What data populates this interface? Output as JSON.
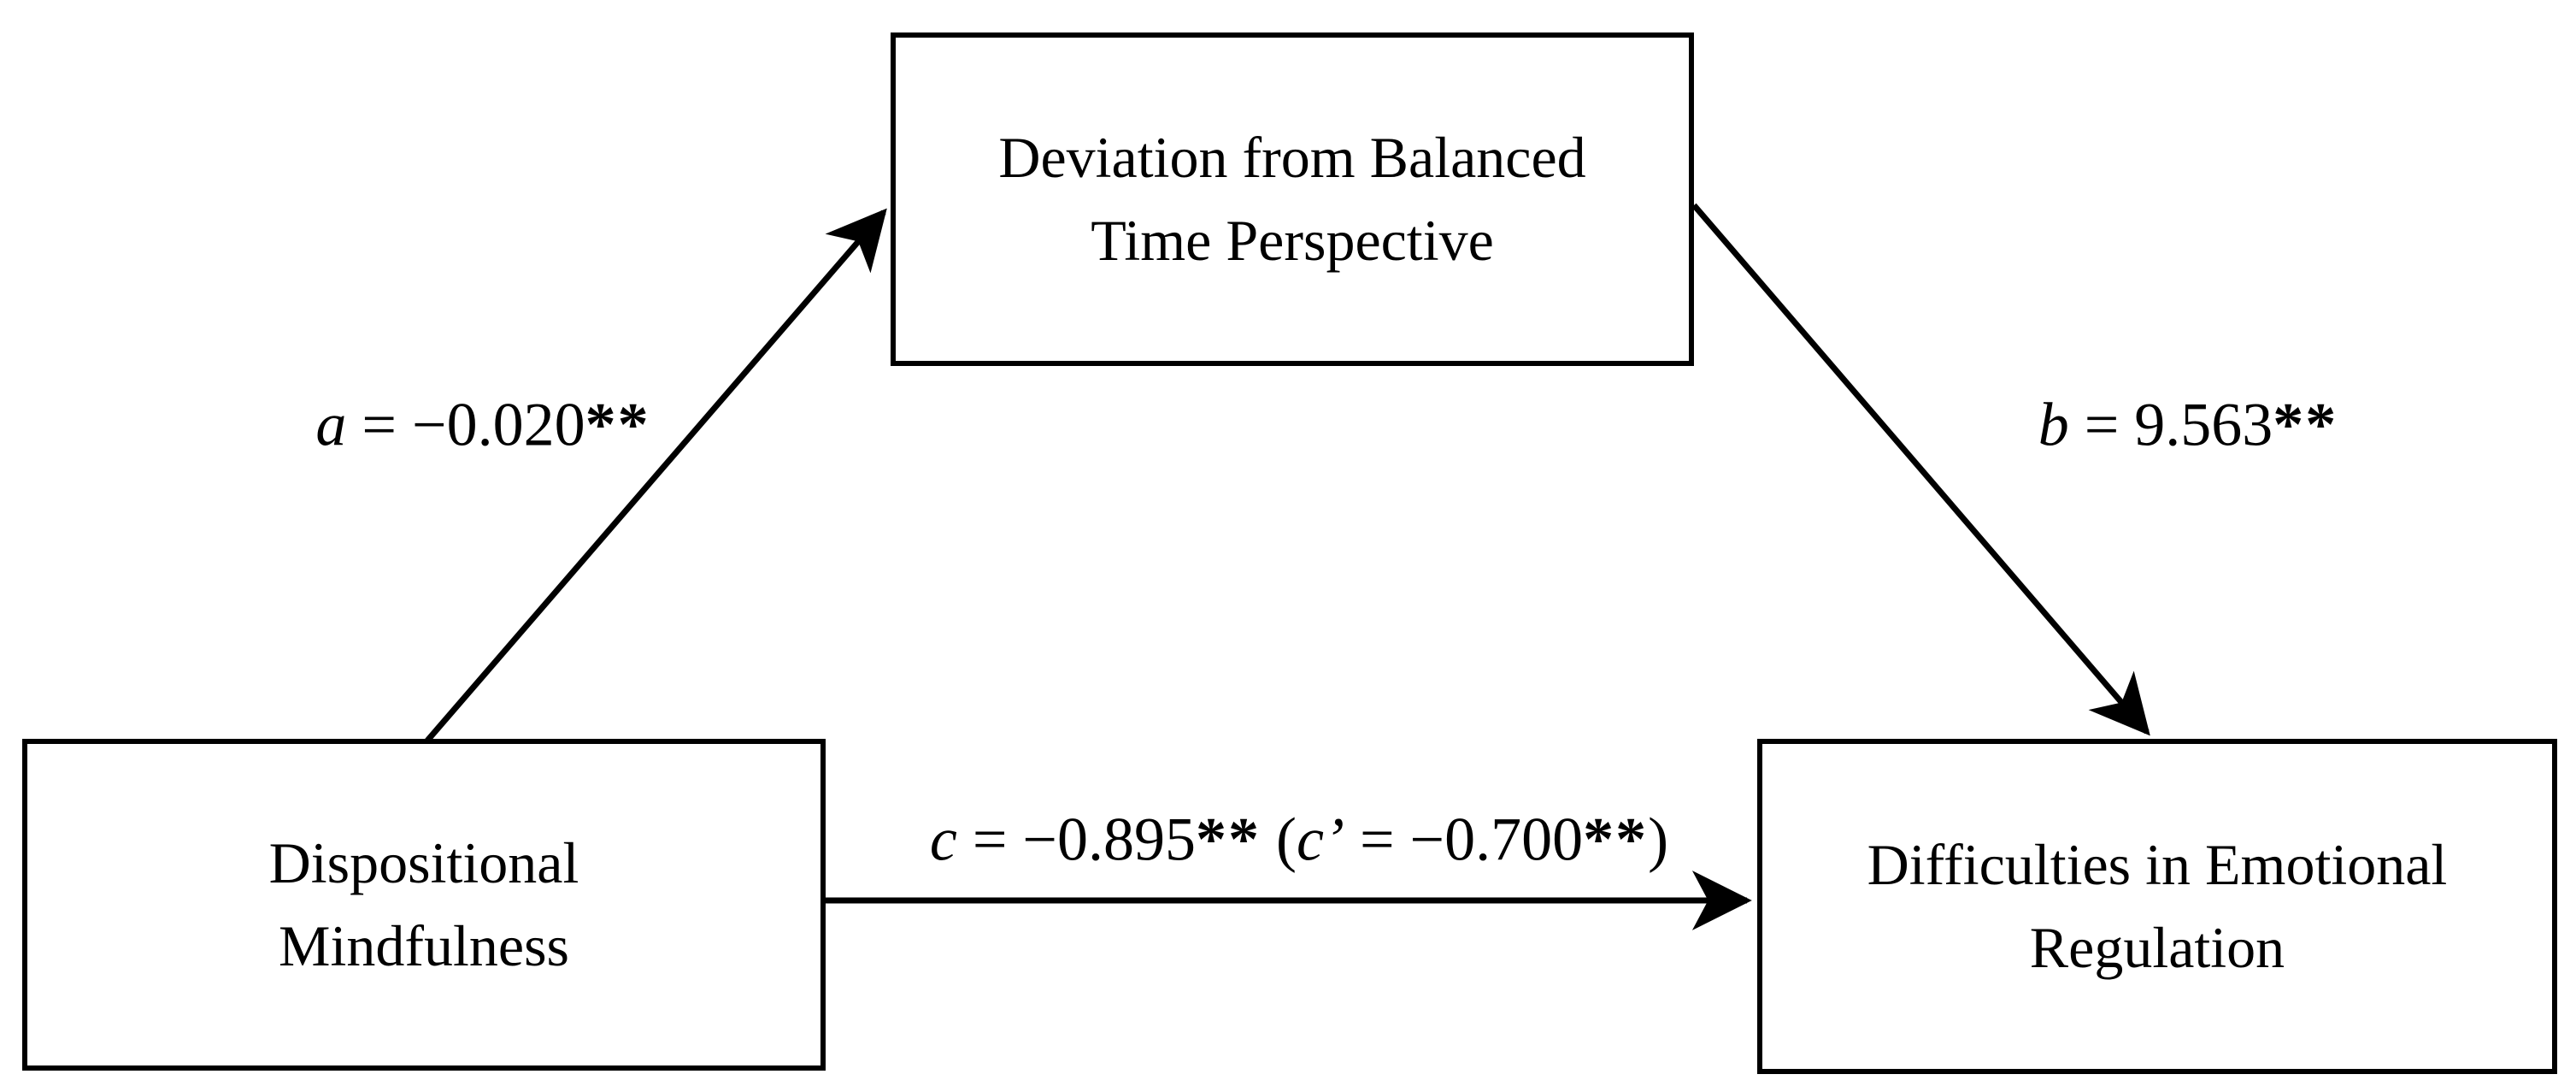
{
  "figure": {
    "type": "mediation-path-diagram",
    "background_color": "#ffffff",
    "ink_color": "#000000",
    "nodes": {
      "mediator": {
        "line1": "Deviation from Balanced",
        "line2": "Time Perspective"
      },
      "predictor": {
        "line1": "Dispositional",
        "line2": "Mindfulness"
      },
      "outcome": {
        "line1": "Difficulties in Emotional",
        "line2": "Regulation"
      }
    },
    "paths": {
      "a": {
        "var": "a",
        "value": " = −0.020",
        "stars": "**"
      },
      "b": {
        "var": "b",
        "value": " = 9.563",
        "stars": "**"
      },
      "c": {
        "var1": "c",
        "value1": " = −0.895",
        "stars1": "**",
        "open": " (",
        "var2": "c’",
        "value2": " = −0.700",
        "stars2": "**",
        "close": ")"
      }
    }
  }
}
